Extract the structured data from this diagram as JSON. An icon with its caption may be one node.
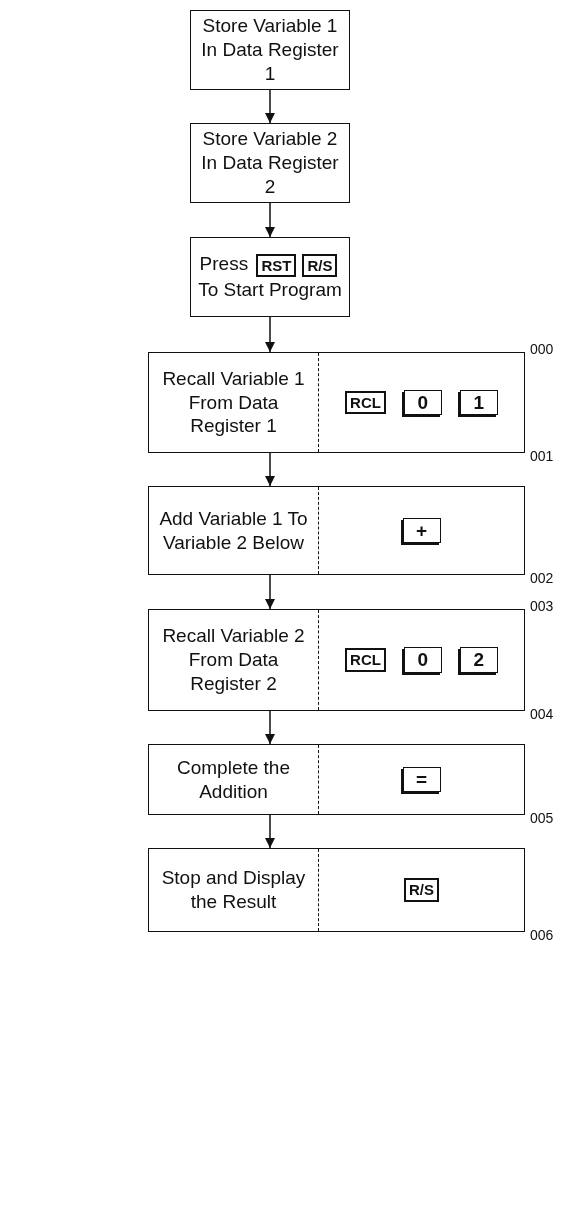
{
  "diagram": {
    "nodes": [
      {
        "text": [
          "Store Variable 1 In Data Register 1"
        ]
      },
      {
        "text": [
          "Store Variable 2 In Data Register 2"
        ]
      },
      {
        "text": [
          "Press",
          "To Start Program"
        ]
      },
      {
        "text": [
          "RST"
        ],
        "in": 2
      },
      {
        "text": [
          "R/S"
        ],
        "in": 2
      },
      {
        "text": [
          "Recall Variable 1 From Data Register 1"
        ],
        "beside": [
          "000",
          "001"
        ]
      },
      {
        "text": [
          "RCL"
        ],
        "in": 5
      },
      {
        "text": [
          "0"
        ],
        "in": 5
      },
      {
        "text": [
          "1"
        ],
        "in": 5
      },
      {
        "text": [
          "Add Variable 1 To Variable 2 Below"
        ],
        "beside": [
          "002"
        ]
      },
      {
        "text": [
          "+"
        ],
        "in": 9
      },
      {
        "text": [
          "Recall Variable 2 From Data Register 2"
        ],
        "beside": [
          "003",
          "004"
        ]
      },
      {
        "text": [
          "RCL"
        ],
        "in": 11
      },
      {
        "text": [
          "0"
        ],
        "in": 11
      },
      {
        "text": [
          "2"
        ],
        "in": 11
      },
      {
        "text": [
          "Complete the Addition"
        ],
        "beside": [
          "005"
        ]
      },
      {
        "text": [
          "="
        ],
        "in": 15
      },
      {
        "text": [
          "Stop and Display the Result"
        ],
        "beside": [
          "006"
        ]
      },
      {
        "text": [
          "R/S"
        ],
        "in": 17
      }
    ],
    "edges": [
      {
        "from": 0,
        "to": 1,
        "arrow": "to"
      },
      {
        "from": 1,
        "to": 2,
        "arrow": "to"
      },
      {
        "from": 2,
        "to": 5,
        "arrow": "to"
      },
      {
        "from": 5,
        "to": 9,
        "arrow": "to"
      },
      {
        "from": 9,
        "to": 11,
        "arrow": "to"
      },
      {
        "from": 11,
        "to": 15,
        "arrow": "to"
      },
      {
        "from": 15,
        "to": 17,
        "arrow": "to"
      }
    ]
  }
}
